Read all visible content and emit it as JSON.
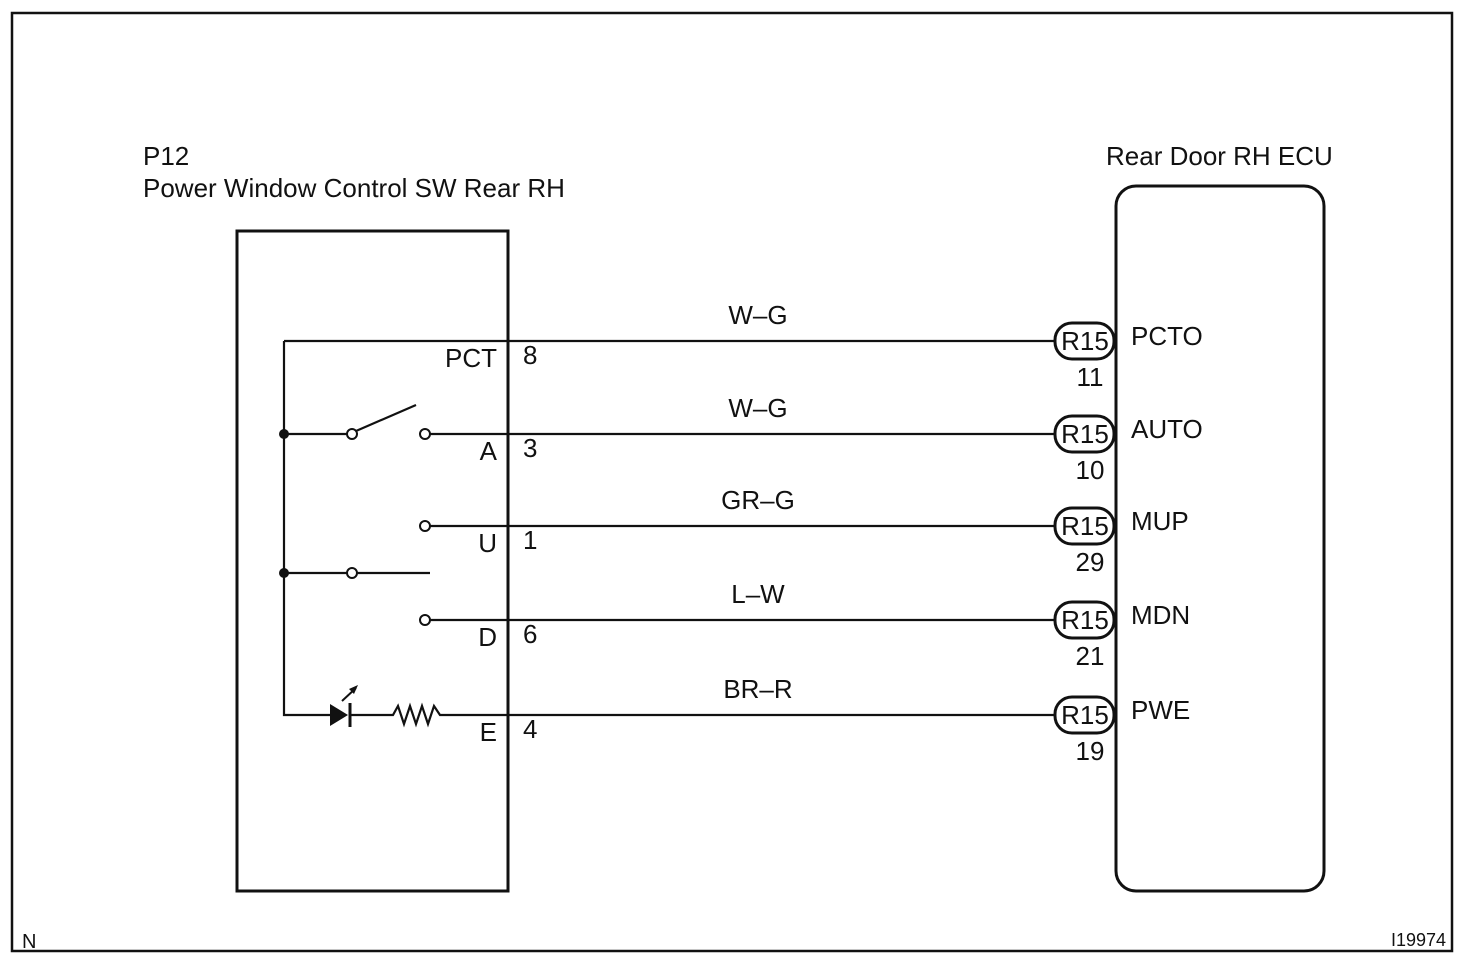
{
  "diagram": {
    "corner_letter": "N",
    "figure_id": "I19974",
    "switch_block": {
      "code": "P12",
      "name": "Power Window Control SW Rear RH"
    },
    "ecu_block": {
      "name": "Rear Door RH ECU"
    },
    "connector_label": "R15",
    "wires": [
      {
        "sw_terminal": "PCT",
        "sw_pin": "8",
        "color": "W–G",
        "ecu_pin": "11",
        "ecu_terminal": "PCTO"
      },
      {
        "sw_terminal": "A",
        "sw_pin": "3",
        "color": "W–G",
        "ecu_pin": "10",
        "ecu_terminal": "AUTO"
      },
      {
        "sw_terminal": "U",
        "sw_pin": "1",
        "color": "GR–G",
        "ecu_pin": "29",
        "ecu_terminal": "MUP"
      },
      {
        "sw_terminal": "D",
        "sw_pin": "6",
        "color": "L–W",
        "ecu_pin": "21",
        "ecu_terminal": "MDN"
      },
      {
        "sw_terminal": "E",
        "sw_pin": "4",
        "color": "BR–R",
        "ecu_pin": "19",
        "ecu_terminal": "PWE"
      }
    ]
  }
}
